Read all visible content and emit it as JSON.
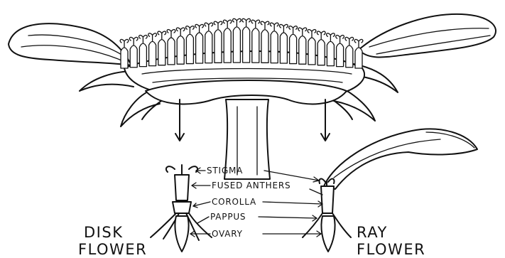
{
  "labels": {
    "stigma": "STIGMA",
    "fused_anthers": "FUSED ANTHERS",
    "corolla": "COROLLA",
    "pappus": "PAPPUS",
    "ovary": "OVARY"
  },
  "disk_flower": {
    "line1": "DISK",
    "line2": "FLOWER"
  },
  "ray_flower": {
    "line1": "RAY",
    "line2": "FLOWER"
  },
  "colors": {
    "ink": "#111111",
    "paper": "#ffffff"
  }
}
